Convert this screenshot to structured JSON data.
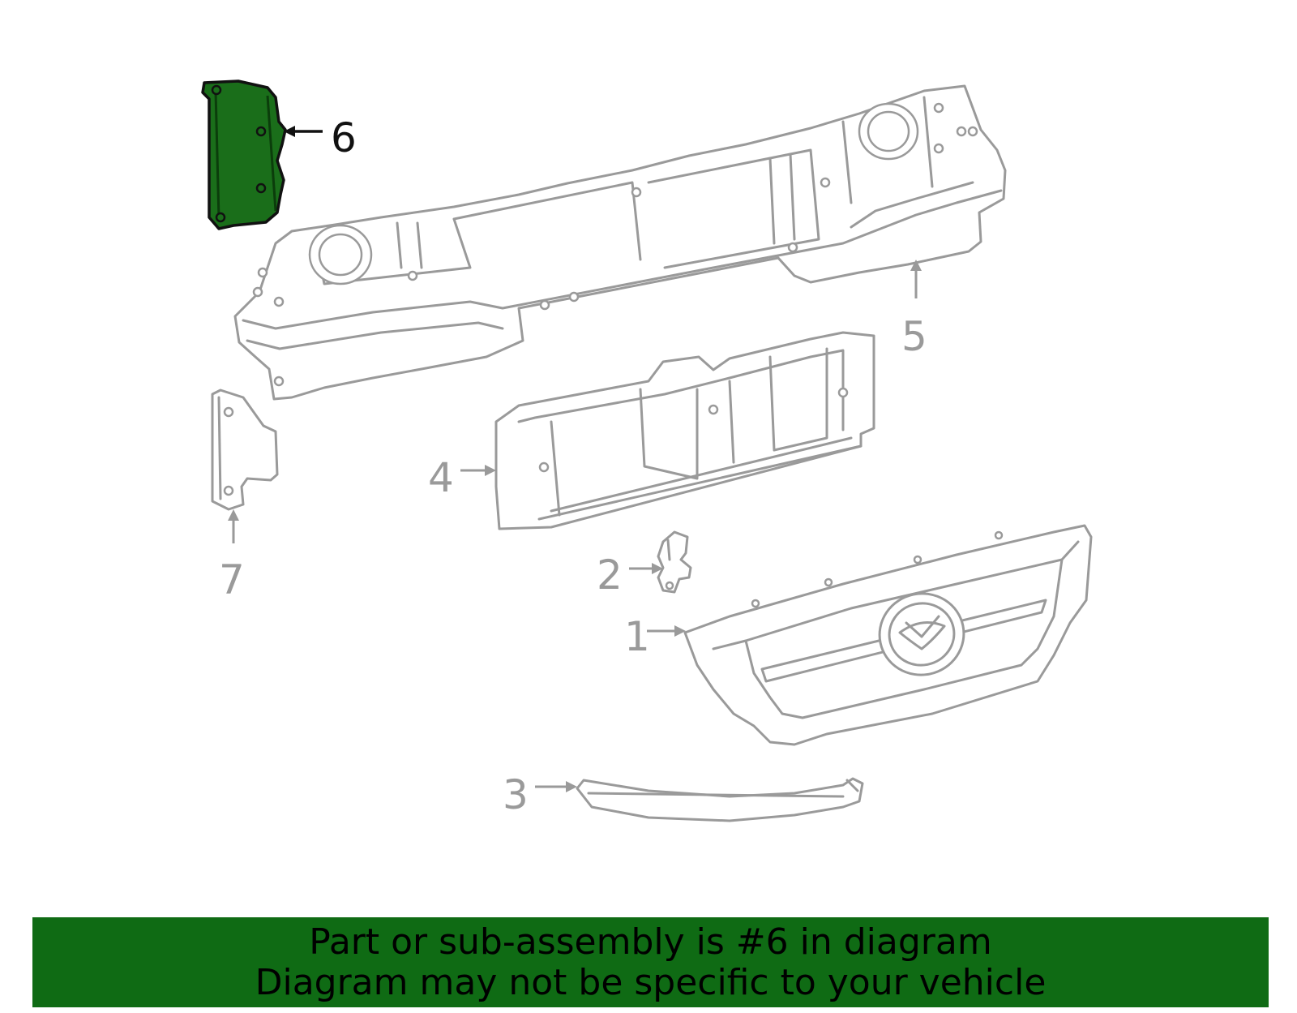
{
  "diagram": {
    "highlighted_part": "6",
    "highlight_color": "#1a6e1a",
    "line_color": "#9a9a9a",
    "callouts": [
      {
        "number": "1",
        "part": "grille"
      },
      {
        "number": "2",
        "part": "clip"
      },
      {
        "number": "3",
        "part": "molding"
      },
      {
        "number": "4",
        "part": "lower-support-panel"
      },
      {
        "number": "5",
        "part": "radiator-support"
      },
      {
        "number": "6",
        "part": "bracket",
        "highlighted": true
      },
      {
        "number": "7",
        "part": "side-bracket"
      }
    ]
  },
  "banner": {
    "line1": "Part or sub-assembly is #6 in diagram",
    "line2": "Diagram may not be specific to your vehicle",
    "background": "#0f6b14"
  }
}
